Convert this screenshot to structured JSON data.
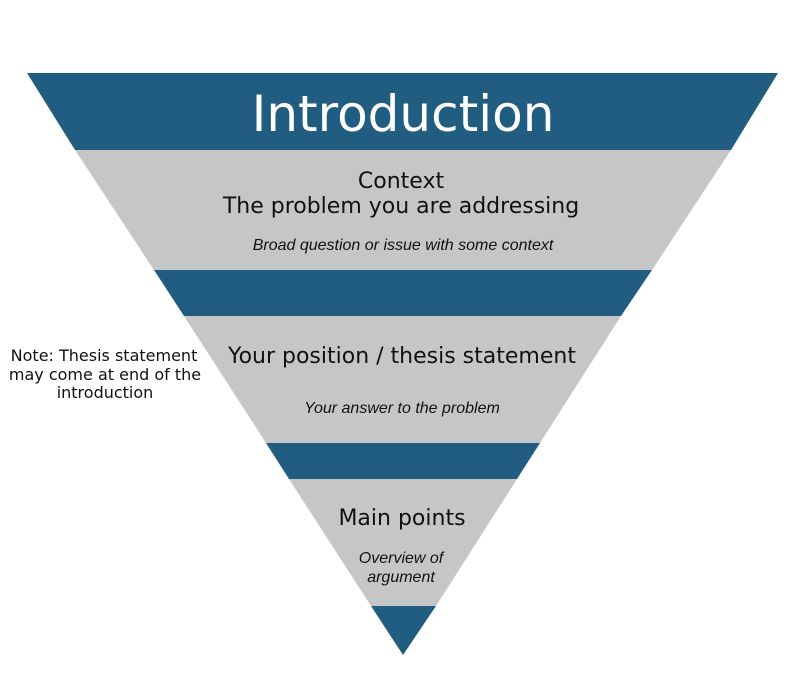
{
  "colors": {
    "blue": "#215d80",
    "gray": "#c6c6c6",
    "text": "#111111",
    "title_text": "#ffffff"
  },
  "title": "Introduction",
  "context": {
    "heading": "Context",
    "subheading": "The problem you are addressing",
    "detail": "Broad question or issue with some context"
  },
  "position": {
    "heading": "Your position / thesis statement",
    "detail": "Your answer to the problem"
  },
  "main_points": {
    "heading": "Main points",
    "detail_line1": "Overview of",
    "detail_line2": "argument"
  },
  "note": {
    "line1": "Note: Thesis statement",
    "line2": "may come at end of the",
    "line3": "introduction"
  }
}
